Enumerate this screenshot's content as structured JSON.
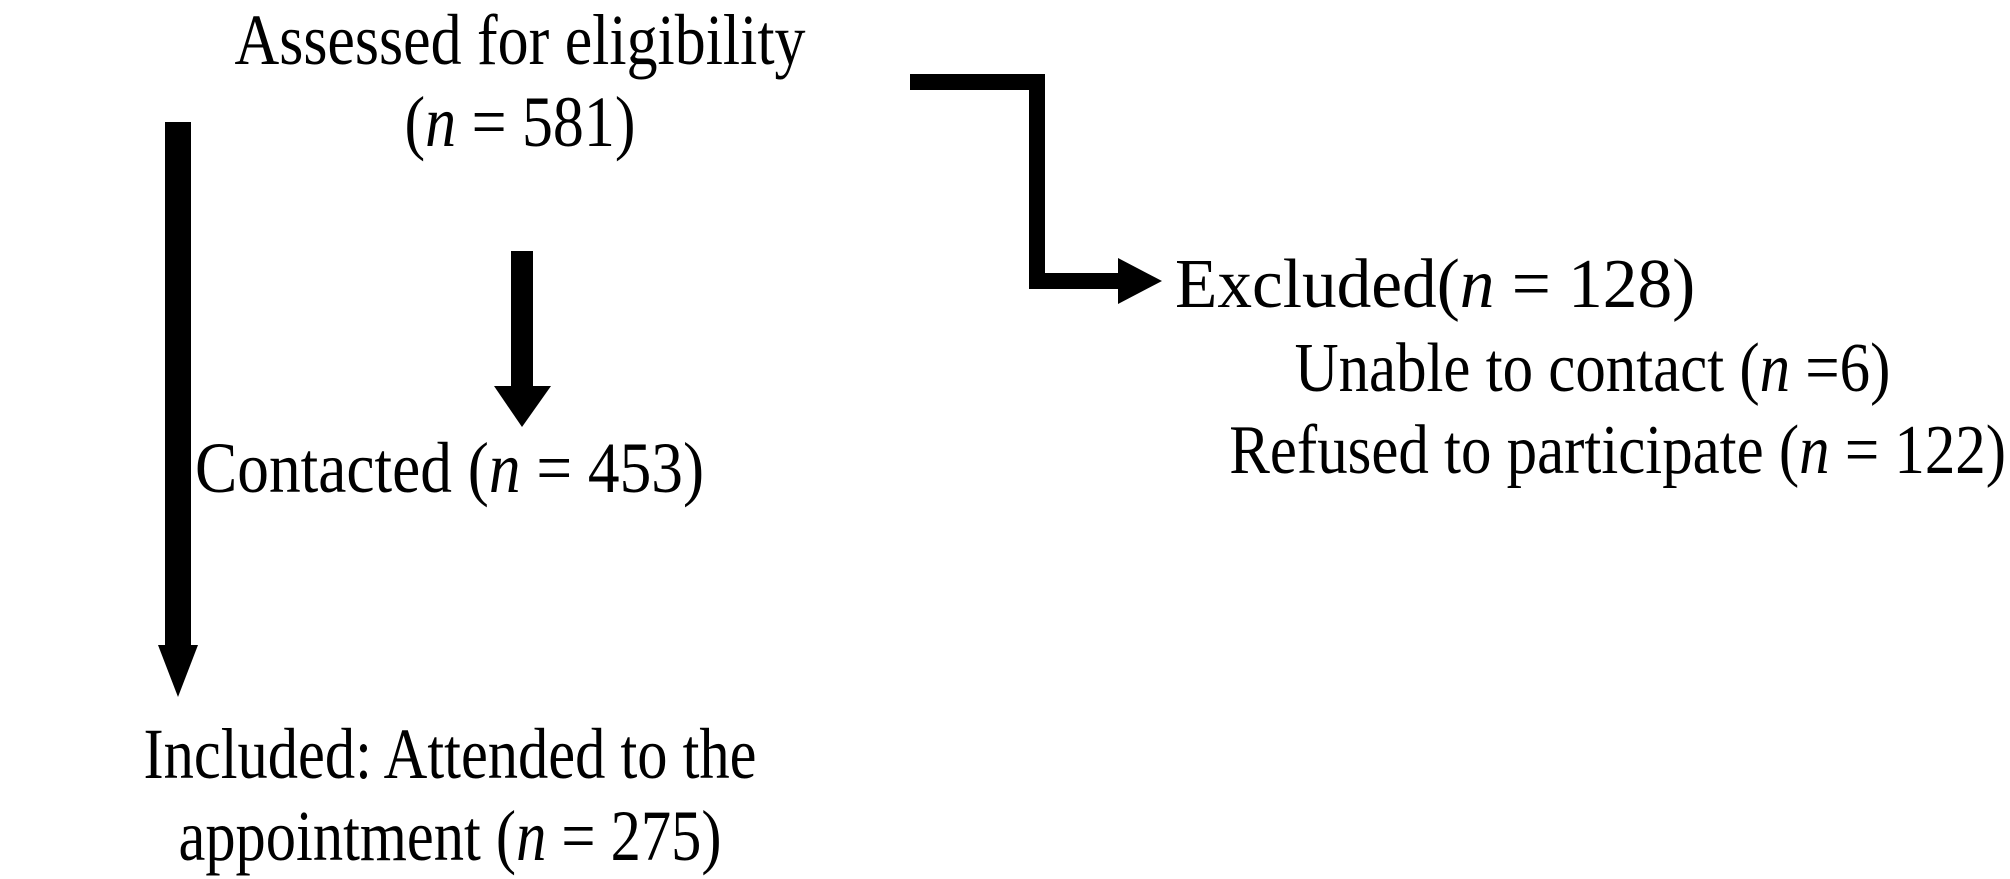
{
  "diagram": {
    "type": "participant-flow-chart",
    "title": "Assessed for eligibility",
    "background_color": "#ffffff",
    "stroke_color": "#000000"
  },
  "nodes": {
    "assessed": {
      "line1": "Assessed for eligibility",
      "line2_prefix": "(",
      "line2_italic": "n",
      "line2_suffix": " = 581)",
      "line2_full": "(n = 581)",
      "count": 581
    },
    "contacted": {
      "prefix": "Contacted (",
      "italic": "n",
      "suffix": " = 453)",
      "full": "Contacted (n = 453)",
      "count": 453
    },
    "included": {
      "line1": "Included: Attended to the",
      "line2_prefix": "appointment (",
      "line2_italic": "n",
      "line2_suffix": " = 275)",
      "line2_full": "appointment (n = 275)",
      "count": 275
    },
    "excluded": {
      "head_prefix": "Excluded(",
      "head_italic": "n",
      "head_suffix": " = 128)",
      "head_full": "Excluded(n = 128)",
      "count": 128,
      "reasons": [
        {
          "prefix": "Unable to contact (",
          "italic": "n",
          "suffix": " =6)",
          "full": "Unable to contact (n =6)",
          "count": 6
        },
        {
          "prefix": "Refused to participate (",
          "italic": "n",
          "suffix": " = 122)",
          "full": "Refused to participate (n = 122)",
          "count": 122
        }
      ]
    }
  },
  "connectors": [
    {
      "name": "assessed-to-included",
      "shape": "straight-down",
      "from": "assessed",
      "to": "included"
    },
    {
      "name": "assessed-to-contacted",
      "shape": "straight-down",
      "from": "assessed",
      "to": "contacted"
    },
    {
      "name": "assessed-to-excluded",
      "shape": "elbow-right",
      "from": "assessed",
      "to": "excluded"
    }
  ]
}
